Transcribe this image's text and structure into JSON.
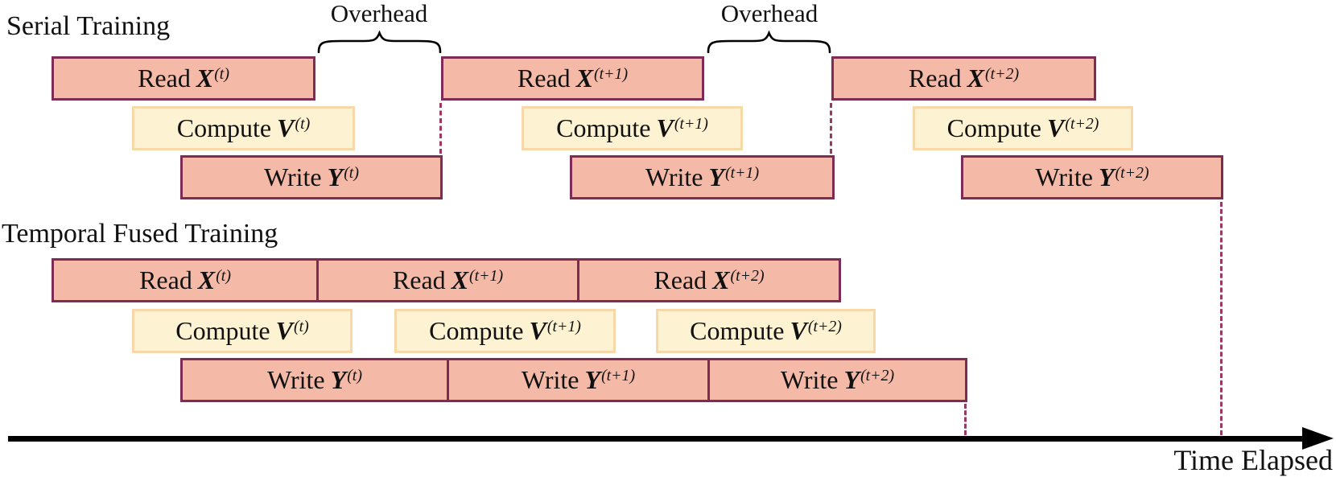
{
  "serial": {
    "title": "Serial Training",
    "overheads": [
      {
        "label": "Overhead"
      },
      {
        "label": "Overhead"
      }
    ],
    "groups": [
      {
        "read": {
          "action": "Read",
          "var": "X",
          "sup": "(t)"
        },
        "compute": {
          "action": "Compute",
          "var": "V",
          "sup": "(t)"
        },
        "write": {
          "action": "Write",
          "var": "Y",
          "sup": "(t)"
        }
      },
      {
        "read": {
          "action": "Read",
          "var": "X",
          "sup": "(t+1)"
        },
        "compute": {
          "action": "Compute",
          "var": "V",
          "sup": "(t+1)"
        },
        "write": {
          "action": "Write",
          "var": "Y",
          "sup": "(t+1)"
        }
      },
      {
        "read": {
          "action": "Read",
          "var": "X",
          "sup": "(t+2)"
        },
        "compute": {
          "action": "Compute",
          "var": "V",
          "sup": "(t+2)"
        },
        "write": {
          "action": "Write",
          "var": "Y",
          "sup": "(t+2)"
        }
      }
    ]
  },
  "fused": {
    "title": "Temporal Fused Training",
    "read_segments": [
      {
        "action": "Read",
        "var": "X",
        "sup": "(t)"
      },
      {
        "action": "Read",
        "var": "X",
        "sup": "(t+1)"
      },
      {
        "action": "Read",
        "var": "X",
        "sup": "(t+2)"
      }
    ],
    "compute_bars": [
      {
        "action": "Compute",
        "var": "V",
        "sup": "(t)"
      },
      {
        "action": "Compute",
        "var": "V",
        "sup": "(t+1)"
      },
      {
        "action": "Compute",
        "var": "V",
        "sup": "(t+2)"
      }
    ],
    "write_segments": [
      {
        "action": "Write",
        "var": "Y",
        "sup": "(t)"
      },
      {
        "action": "Write",
        "var": "Y",
        "sup": "(t+1)"
      },
      {
        "action": "Write",
        "var": "Y",
        "sup": "(t+2)"
      }
    ]
  },
  "axis": {
    "label": "Time Elapsed"
  },
  "colors": {
    "io_fill": "#F5B9A7",
    "io_border": "#7E2B56",
    "compute_fill": "#FDF2D1",
    "compute_border": "#F8D8A9",
    "dashed_line": "#9A3A63",
    "axis": "#000000"
  }
}
